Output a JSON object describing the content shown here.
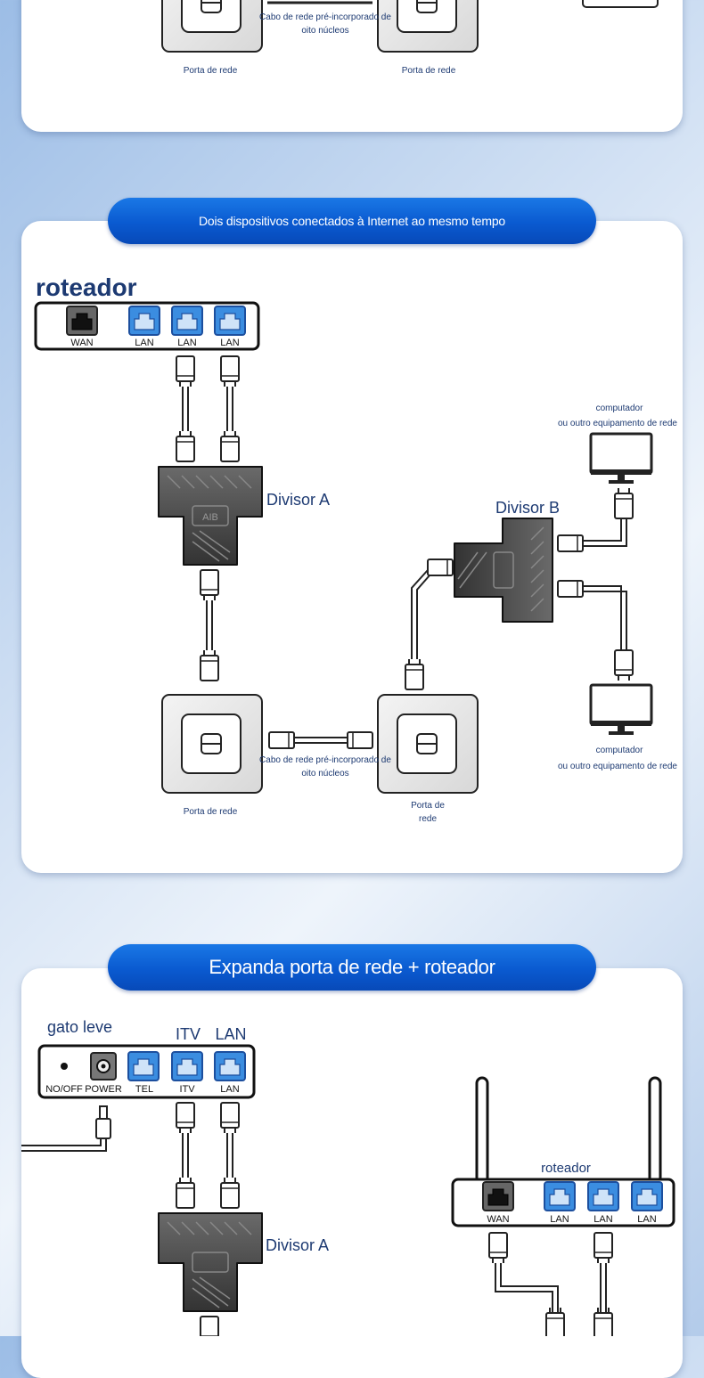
{
  "section1": {
    "cable_label_line1": "Cabo de rede pré-incorporado de",
    "cable_label_line2": "oito núcleos",
    "port_left": "Porta de rede",
    "port_right": "Porta de rede"
  },
  "section2": {
    "banner": "Dois dispositivos conectados à Internet ao mesmo tempo",
    "router_title": "roteador",
    "router_ports": [
      "WAN",
      "LAN",
      "LAN",
      "LAN"
    ],
    "splitter_a": "Divisor A",
    "splitter_b": "Divisor B",
    "splitter_marking": "AIB",
    "computer_top_line1": "computador",
    "computer_top_line2": "ou outro equipamento de rede",
    "computer_bottom_line1": "computador",
    "computer_bottom_line2": "ou outro equipamento de rede",
    "cable_label_line1": "Cabo de rede pré-incorporado de",
    "cable_label_line2": "oito núcleos",
    "port_left": "Porta de rede",
    "port_right_line1": "Porta de",
    "port_right_line2": "rede"
  },
  "section3": {
    "banner": "Expanda porta de rede + roteador",
    "modem_title": "gato leve",
    "modem_label_itv": "ITV",
    "modem_label_lan": "LAN",
    "modem_ports": [
      "NO/OFF",
      "POWER",
      "TEL",
      "ITV",
      "LAN"
    ],
    "splitter_a": "Divisor A",
    "router_title": "roteador",
    "router_ports": [
      "WAN",
      "LAN",
      "LAN",
      "LAN"
    ]
  },
  "colors": {
    "accent": "#0a5ad0",
    "label_text": "#1d3a72",
    "port_blue": "#3b8de0"
  }
}
